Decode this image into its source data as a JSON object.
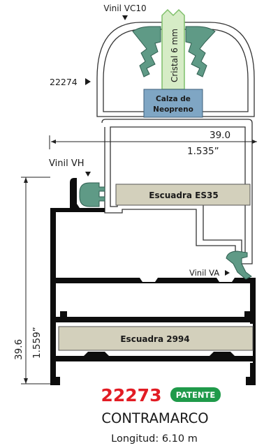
{
  "labels": {
    "vinil_vc10": "Vinil VC10",
    "cristal": "Cristal 6 mm",
    "profile_22274": "22274",
    "calza_line1": "Calza de",
    "calza_line2": "Neopreno",
    "width_mm": "39.0",
    "width_in": "1.535”",
    "vinil_vh": "Vinil VH",
    "escuadra_es35": "Escuadra ES35",
    "vinil_va": "Vinil VA",
    "escuadra_2994": "Escuadra 2994",
    "height_mm": "39.6",
    "height_in": "1.559”"
  },
  "footer": {
    "code": "22273",
    "badge": "PATENTE",
    "name": "CONTRAMARCO",
    "length": "Longitud: 6.10 m"
  },
  "colors": {
    "code_red": "#e21c24",
    "badge_green": "#1f9a4a",
    "vinyl_green": "#5f9a86",
    "glass_green": "#d6ecc6",
    "glass_stroke": "#7fbf6a",
    "calza_blue": "#7fa6c4",
    "escuadra_fill": "#d3d0bc",
    "profile_black": "#0d0d0d"
  },
  "icons": [
    "arrow-down-icon",
    "arrow-right-icon"
  ]
}
